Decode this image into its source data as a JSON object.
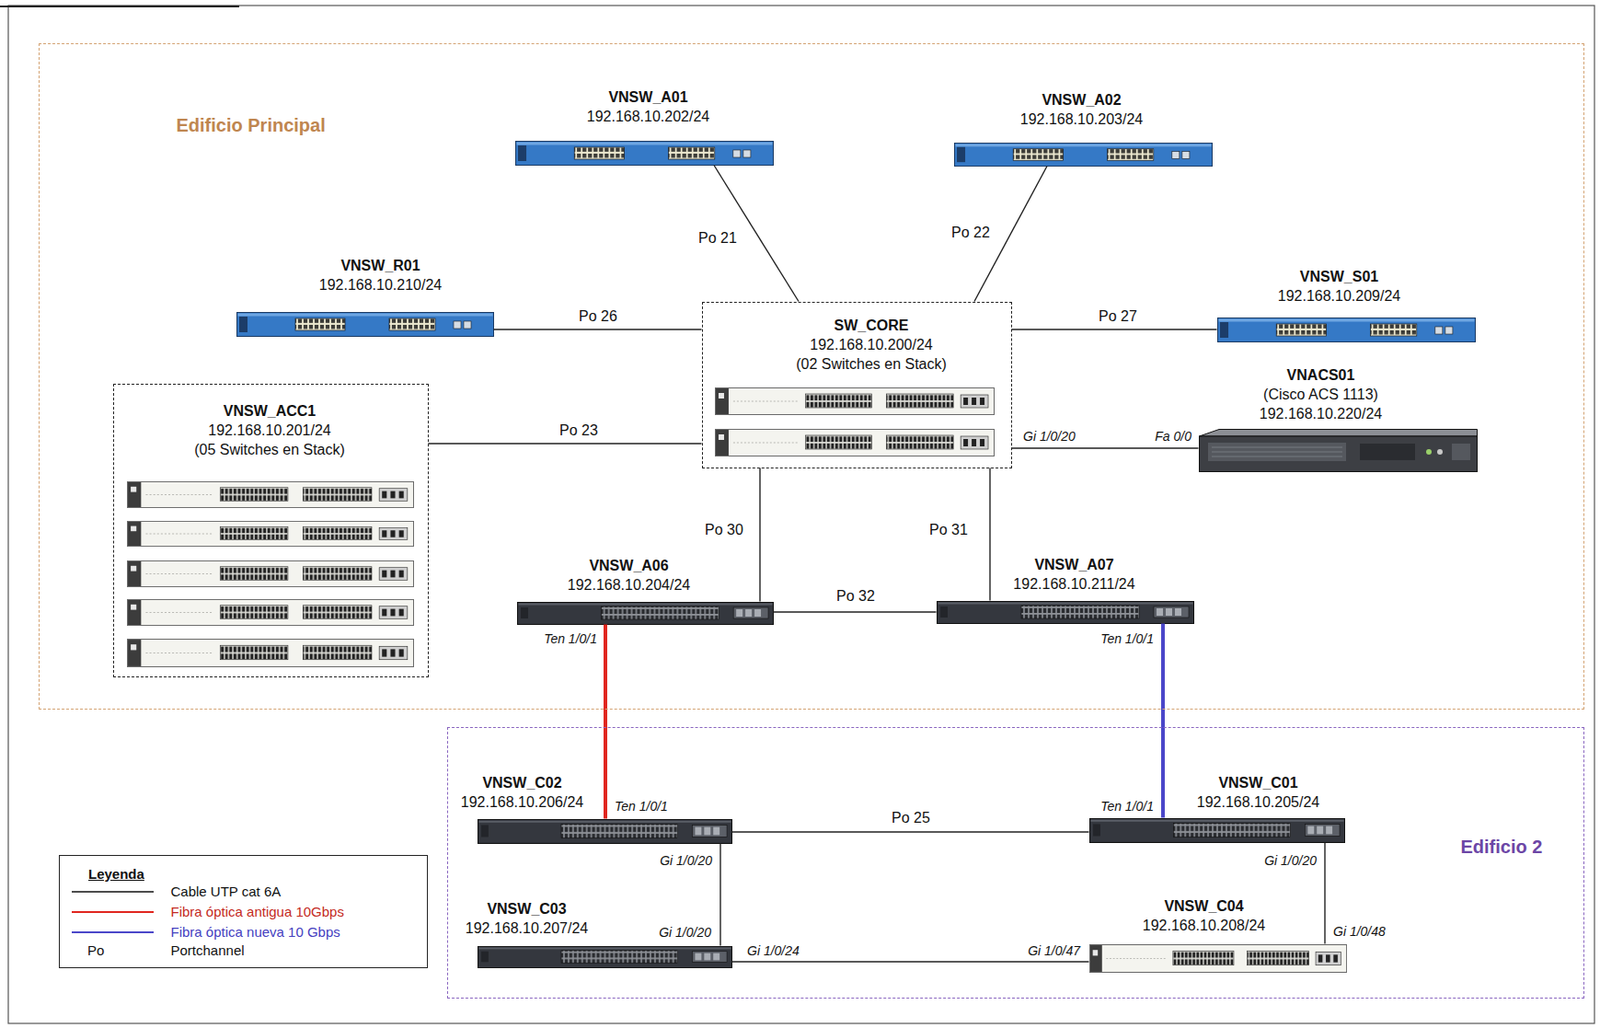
{
  "diagram": {
    "nodes": [
      {
        "text": [
          "Edificio Principal"
        ]
      },
      {
        "text": [
          "VNSW_A01",
          "192.168.10.202/24"
        ],
        "in": 0
      },
      {
        "text": [
          "VNSW_A02",
          "192.168.10.203/24"
        ],
        "in": 0
      },
      {
        "text": [
          "VNSW_R01",
          "192.168.10.210/24"
        ],
        "in": 0
      },
      {
        "text": [
          "SW_CORE",
          "192.168.10.200/24",
          "(02 Switches en Stack)"
        ],
        "in": 0
      },
      {
        "text": [
          "VNSW_S01",
          "192.168.10.209/24"
        ],
        "in": 0
      },
      {
        "text": [
          "VNSW_ACC1",
          "192.168.10.201/24",
          "(05 Switches en Stack)"
        ],
        "in": 0
      },
      {
        "text": [
          "VNACS01",
          "(Cisco ACS 1113)",
          "192.168.10.220/24"
        ],
        "in": 0
      },
      {
        "text": [
          "VNSW_A06",
          "192.168.10.204/24"
        ],
        "in": 0
      },
      {
        "text": [
          "VNSW_A07",
          "192.168.10.211/24"
        ],
        "in": 0
      },
      {
        "text": [
          "Edificio 2"
        ]
      },
      {
        "text": [
          "VNSW_C02",
          "192.168.10.206/24"
        ],
        "in": 10
      },
      {
        "text": [
          "VNSW_C01",
          "192.168.10.205/24"
        ],
        "in": 10
      },
      {
        "text": [
          "VNSW_C03",
          "192.168.10.207/24"
        ],
        "in": 10
      },
      {
        "text": [
          "VNSW_C04",
          "192.168.10.208/24"
        ],
        "in": 10
      }
    ],
    "edges": [
      {
        "from": 1,
        "to": 4,
        "arrow": "none",
        "label": "Po 21"
      },
      {
        "from": 2,
        "to": 4,
        "arrow": "none",
        "label": "Po 22"
      },
      {
        "from": 3,
        "to": 4,
        "arrow": "none",
        "label": "Po 26"
      },
      {
        "from": 4,
        "to": 5,
        "arrow": "none",
        "label": "Po 27"
      },
      {
        "from": 6,
        "to": 4,
        "arrow": "none",
        "label": "Po 23"
      },
      {
        "from": 4,
        "to": 7,
        "arrow": "none"
      },
      {
        "from": 4,
        "to": 8,
        "arrow": "none",
        "label": "Po 30"
      },
      {
        "from": 4,
        "to": 9,
        "arrow": "none",
        "label": "Po 31"
      },
      {
        "from": 8,
        "to": 9,
        "arrow": "none",
        "label": "Po 32"
      },
      {
        "from": 8,
        "to": 11,
        "arrow": "none"
      },
      {
        "from": 9,
        "to": 12,
        "arrow": "none"
      },
      {
        "from": 11,
        "to": 12,
        "arrow": "none",
        "label": "Po 25"
      },
      {
        "from": 11,
        "to": 13,
        "arrow": "none"
      },
      {
        "from": 13,
        "to": 14,
        "arrow": "none"
      },
      {
        "from": 12,
        "to": 14,
        "arrow": "none"
      }
    ],
    "labels": [
      "Leyenda",
      "Po",
      "Gi 1/0/20",
      "Fa 0/0",
      "Ten 1/0/1",
      "Ten 1/0/1",
      "Ten 1/0/1",
      "Ten 1/0/1",
      "Gi 1/0/20",
      "Gi 1/0/20",
      "Gi 1/0/24",
      "Gi 1/0/47",
      "Gi 1/0/20",
      "Gi 1/0/48"
    ],
    "legend": [
      {
        "text": "Cable UTP cat 6A"
      },
      {
        "text": "Fibra óptica antigua 10Gbps"
      },
      {
        "text": "Fibra óptica nueva 10 Gbps"
      },
      {
        "text": "Portchannel"
      }
    ]
  }
}
